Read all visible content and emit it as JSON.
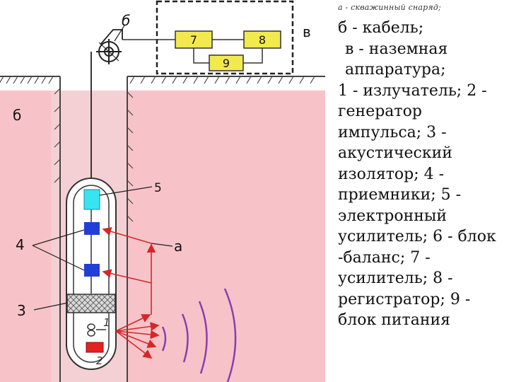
{
  "legend": {
    "header": "а - скважинный снаряд;",
    "items": [
      "б - кабель;",
      "в - наземная аппаратура;",
      "1 - излучатель; 2 - генератор импульса; 3 - акустический изолятор; 4 - приемники; 5 - электронный усилитель; 6 - блок -баланс; 7 - усилитель; 8 - регистратор; 9 - блок питания"
    ]
  },
  "diagram": {
    "labels": {
      "b_top": "б",
      "b_left": "б",
      "v": "в",
      "a": "а",
      "n4": "4",
      "n3": "3",
      "n5": "5",
      "n1": "1",
      "n2": "2",
      "box7": "7",
      "box8": "8",
      "box9": "9"
    }
  },
  "colors": {
    "rock": "#f7c3c8",
    "borehole": "#f4d0d4",
    "receiver": "#1f3fd6",
    "amplifier": "#38e4ef",
    "generator": "#e81f1f",
    "arrows": "#d42828",
    "waves": "#8b3db0"
  }
}
